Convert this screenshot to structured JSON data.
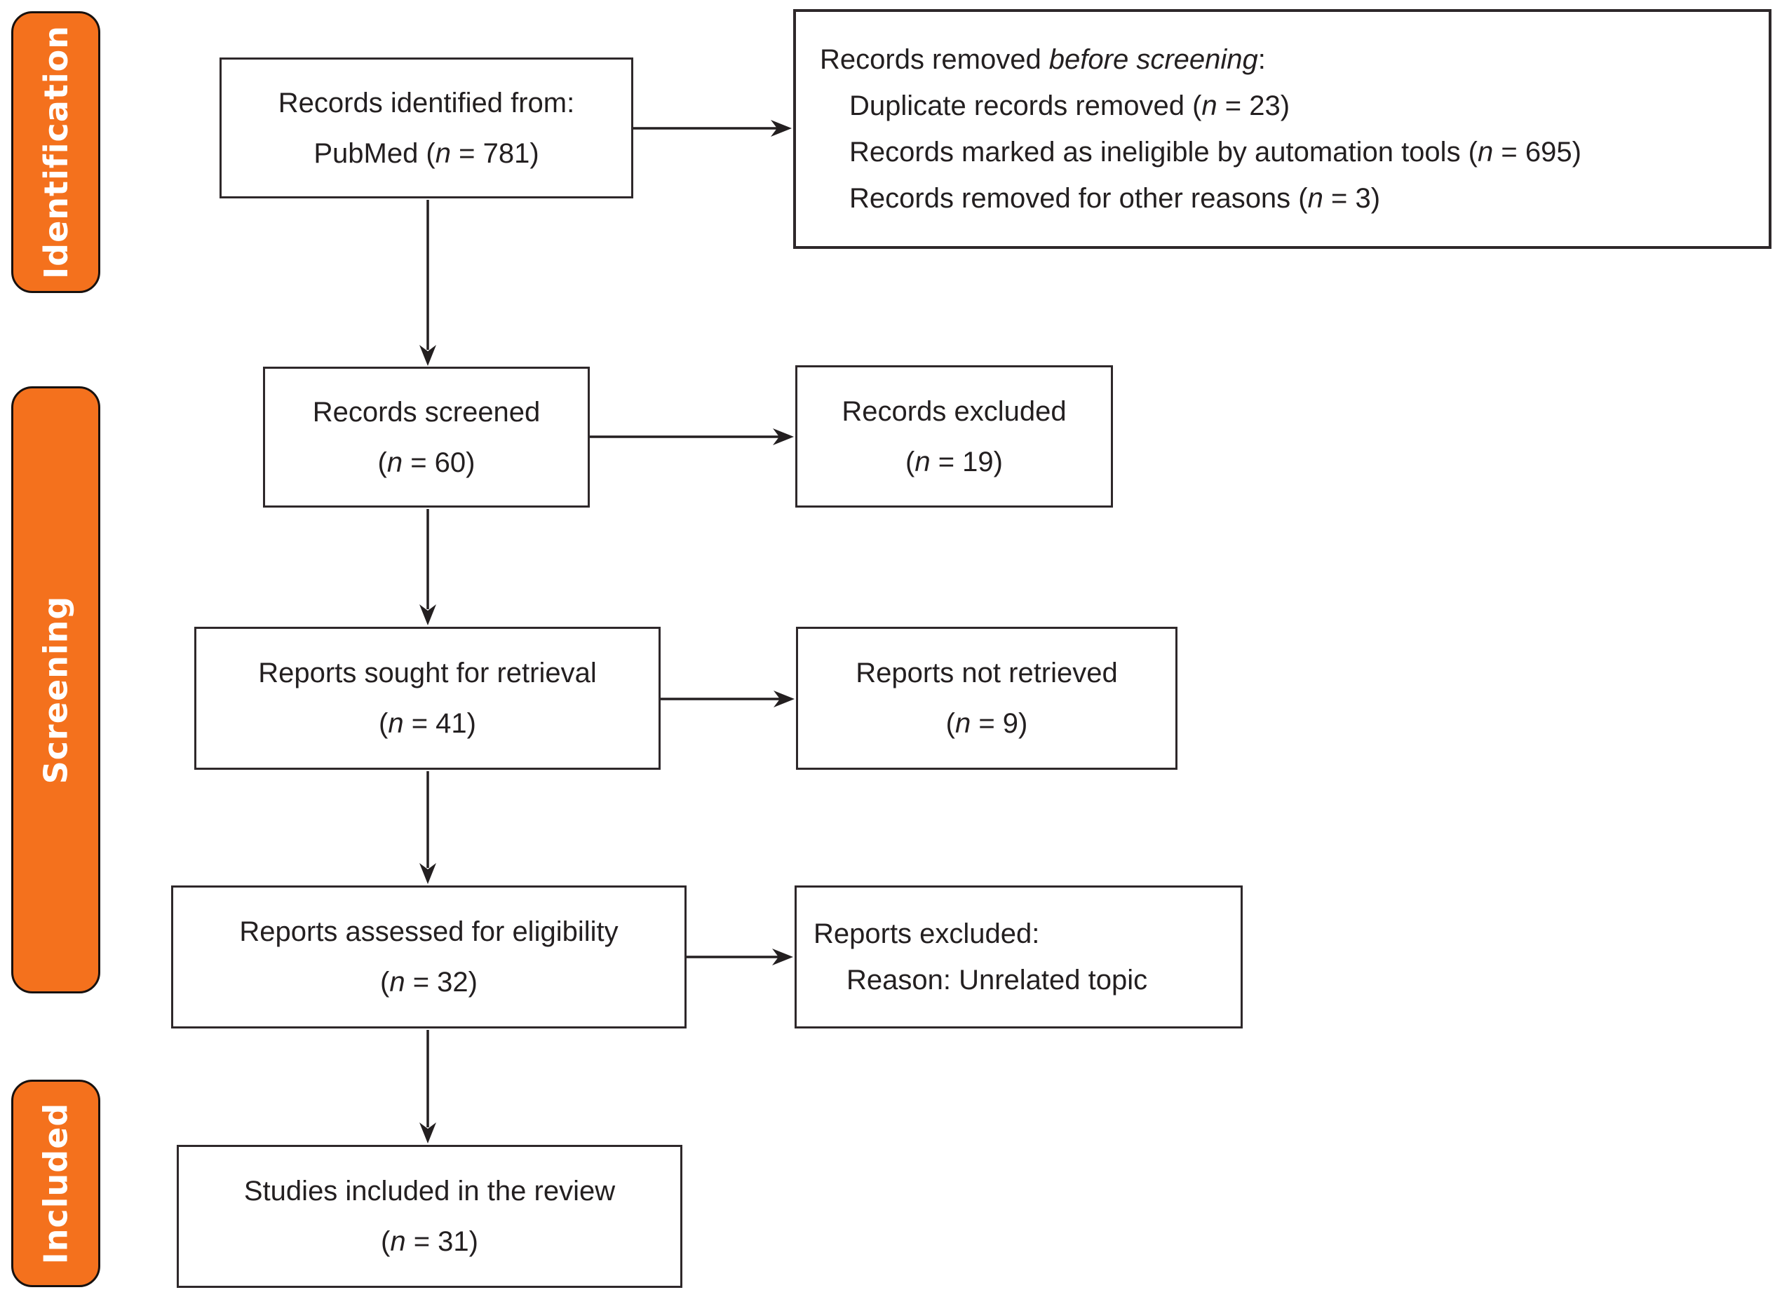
{
  "stages": [
    {
      "label": "Identification"
    },
    {
      "label": "Screening"
    },
    {
      "label": "Included"
    }
  ],
  "boxes": {
    "identified": {
      "lines": [
        {
          "seg": [
            {
              "t": "Records identified from:"
            }
          ]
        },
        {
          "seg": [
            {
              "t": "PubMed ("
            },
            {
              "t": "n",
              "i": true
            },
            {
              "t": " = 781)"
            }
          ]
        }
      ]
    },
    "removed": {
      "lines": [
        {
          "seg": [
            {
              "t": "Records removed "
            },
            {
              "t": "before screening",
              "i": true
            },
            {
              "t": ":"
            }
          ]
        },
        {
          "ind": 1,
          "seg": [
            {
              "t": "Duplicate records removed ("
            },
            {
              "t": "n",
              "i": true
            },
            {
              "t": " = 23)"
            }
          ]
        },
        {
          "ind": 1,
          "seg": [
            {
              "t": "Records marked as ineligible by automation tools ("
            },
            {
              "t": "n",
              "i": true
            },
            {
              "t": " = 695)"
            }
          ]
        },
        {
          "ind": 1,
          "seg": [
            {
              "t": "Records removed for other reasons ("
            },
            {
              "t": "n",
              "i": true
            },
            {
              "t": " = 3)"
            }
          ]
        }
      ]
    },
    "screened": {
      "lines": [
        {
          "seg": [
            {
              "t": "Records screened"
            }
          ]
        },
        {
          "seg": [
            {
              "t": "("
            },
            {
              "t": "n",
              "i": true
            },
            {
              "t": " = 60)"
            }
          ]
        }
      ]
    },
    "excluded": {
      "lines": [
        {
          "seg": [
            {
              "t": "Records excluded"
            }
          ]
        },
        {
          "seg": [
            {
              "t": "("
            },
            {
              "t": "n",
              "i": true
            },
            {
              "t": " = 19)"
            }
          ]
        }
      ]
    },
    "sought": {
      "lines": [
        {
          "seg": [
            {
              "t": "Reports sought for retrieval"
            }
          ]
        },
        {
          "seg": [
            {
              "t": "("
            },
            {
              "t": "n",
              "i": true
            },
            {
              "t": " = 41)"
            }
          ]
        }
      ]
    },
    "not_retrieved": {
      "lines": [
        {
          "seg": [
            {
              "t": "Reports not retrieved"
            }
          ]
        },
        {
          "seg": [
            {
              "t": "("
            },
            {
              "t": "n",
              "i": true
            },
            {
              "t": " = 9)"
            }
          ]
        }
      ]
    },
    "assessed": {
      "lines": [
        {
          "seg": [
            {
              "t": "Reports assessed for eligibility"
            }
          ]
        },
        {
          "seg": [
            {
              "t": "("
            },
            {
              "t": "n",
              "i": true
            },
            {
              "t": " = 32)"
            }
          ]
        }
      ]
    },
    "reports_excluded": {
      "lines": [
        {
          "seg": [
            {
              "t": "Reports excluded:"
            }
          ]
        },
        {
          "ind": 1,
          "seg": [
            {
              "t": "Reason: Unrelated topic"
            }
          ]
        }
      ]
    },
    "included": {
      "lines": [
        {
          "seg": [
            {
              "t": "Studies included in the review"
            }
          ]
        },
        {
          "seg": [
            {
              "t": "("
            },
            {
              "t": "n",
              "i": true
            },
            {
              "t": " = 31)"
            }
          ]
        }
      ]
    }
  },
  "colors": {
    "stage_fill": "#F4711D",
    "stage_text": "#FFFFFF",
    "box_border": "#2E282A",
    "text": "#231F20",
    "arrow": "#231F20",
    "background": "#FFFFFF"
  }
}
